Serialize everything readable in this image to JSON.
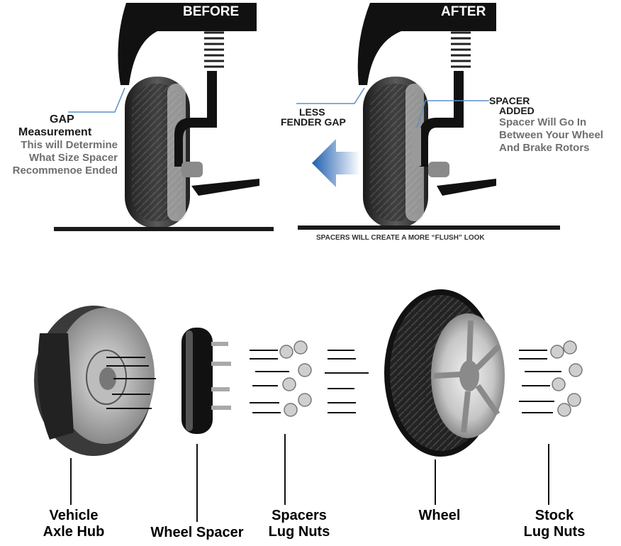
{
  "before": {
    "header": "BEFORE",
    "gap_title_1": "GAP",
    "gap_title_2": "Measurement",
    "gap_note_1": "This will Determine",
    "gap_note_2": "What Size Spacer",
    "gap_note_3": "Recommenoe Ended"
  },
  "after": {
    "header": "AFTER",
    "less_1": "LESS",
    "less_2": "FENDER GAP",
    "spacer_1": "SPACER",
    "spacer_2": "ADDED",
    "spacer_note_1": "Spacer Will Go In",
    "spacer_note_2": "Between Your Wheel",
    "spacer_note_3": "And Brake Rotors",
    "caption": "SPACERS WILL CREATE A MORE “FLUSH” LOOK"
  },
  "parts": {
    "hub_1": "Vehicle",
    "hub_2": "Axle Hub",
    "spacer": "Wheel Spacer",
    "spacer_nuts_1": "Spacers",
    "spacer_nuts_2": "Lug Nuts",
    "wheel": "Wheel",
    "stock_1": "Stock",
    "stock_2": "Lug Nuts"
  },
  "colors": {
    "arrow": "#1f5fb0",
    "leader": "#5b8fc7",
    "fender": "#111111"
  }
}
